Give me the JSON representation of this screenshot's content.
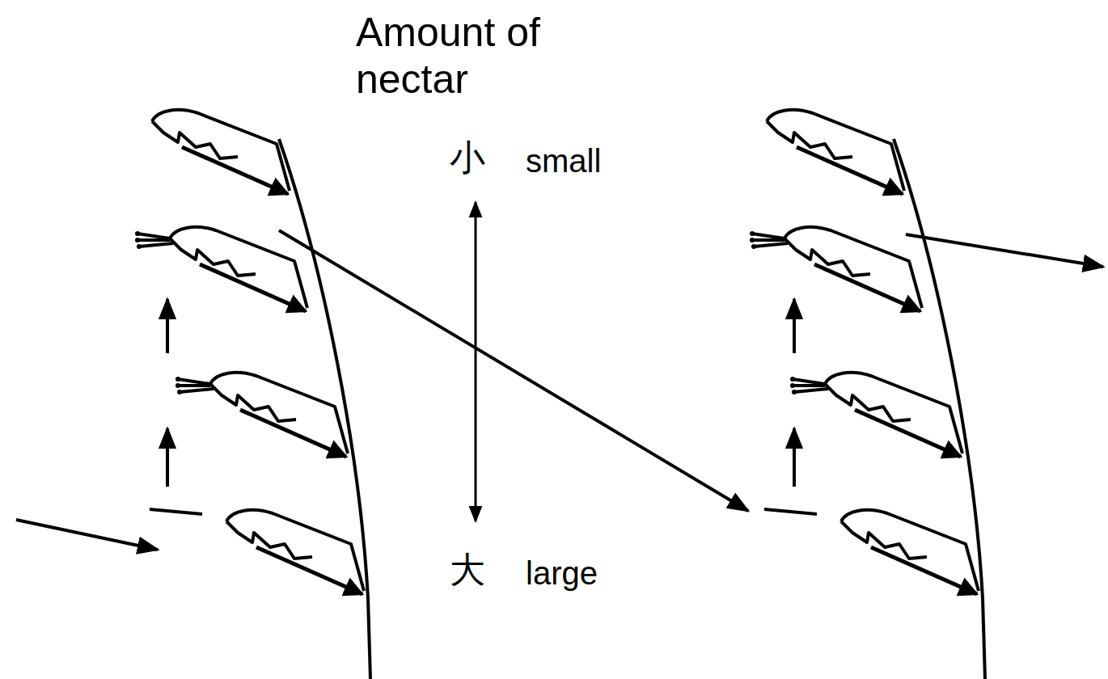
{
  "diagram": {
    "labels": [
      "Amount of nectar",
      "小",
      "small",
      "大",
      "large"
    ]
  }
}
